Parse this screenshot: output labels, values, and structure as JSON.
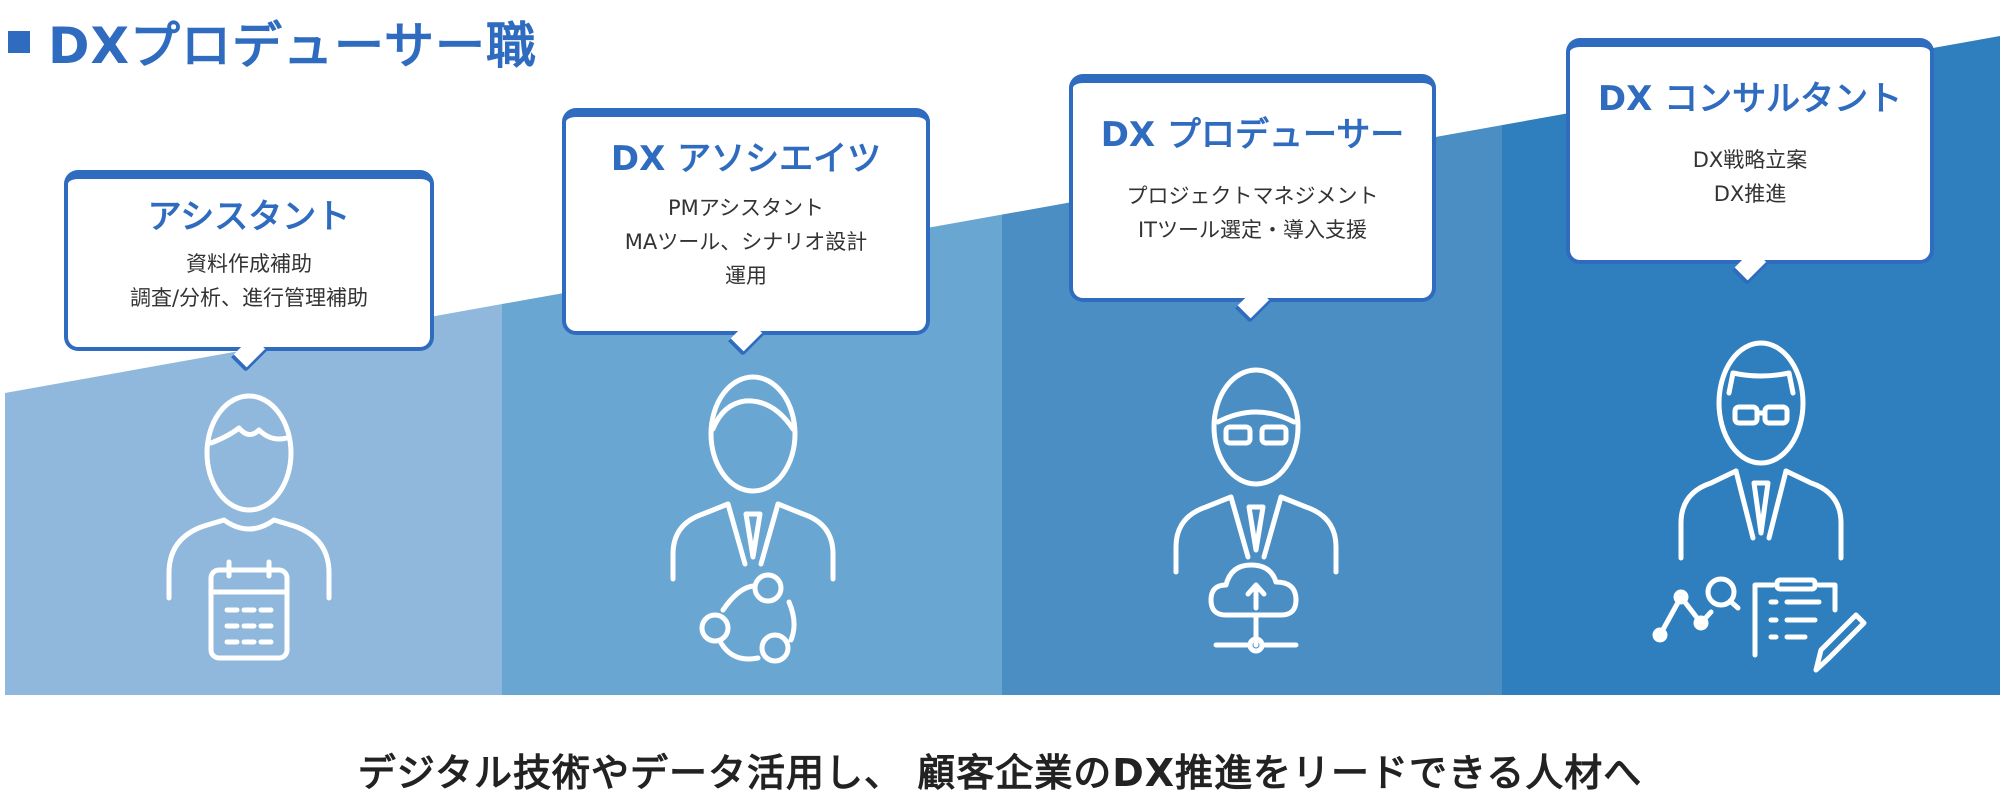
{
  "title": "DXプロデューサー職",
  "colors": {
    "accent": "#2f6bbf",
    "col1": "#8fb8dc",
    "col2": "#6aa6d2",
    "col3": "#4a8ec4",
    "col4": "#2f7fbe"
  },
  "levels": [
    {
      "role": "アシスタント",
      "lines": [
        "資料作成補助",
        "調査/分析、進行管理補助"
      ],
      "icon": "calendar-icon"
    },
    {
      "role": "DX アソシエイツ",
      "lines": [
        "PMアシスタント",
        "MAツール、シナリオ設計",
        "運用"
      ],
      "icon": "cycle-icon"
    },
    {
      "role": "DX プロデューサー",
      "lines": [
        "プロジェクトマネジメント",
        "ITツール選定・導入支援"
      ],
      "icon": "cloud-network-icon"
    },
    {
      "role": "DX コンサルタント",
      "lines": [
        "DX戦略立案",
        "DX推進"
      ],
      "icon": "analysis-checklist-icon"
    }
  ],
  "footer": "デジタル技術やデータ活用し、 顧客企業のDX推進をリードできる人材へ"
}
